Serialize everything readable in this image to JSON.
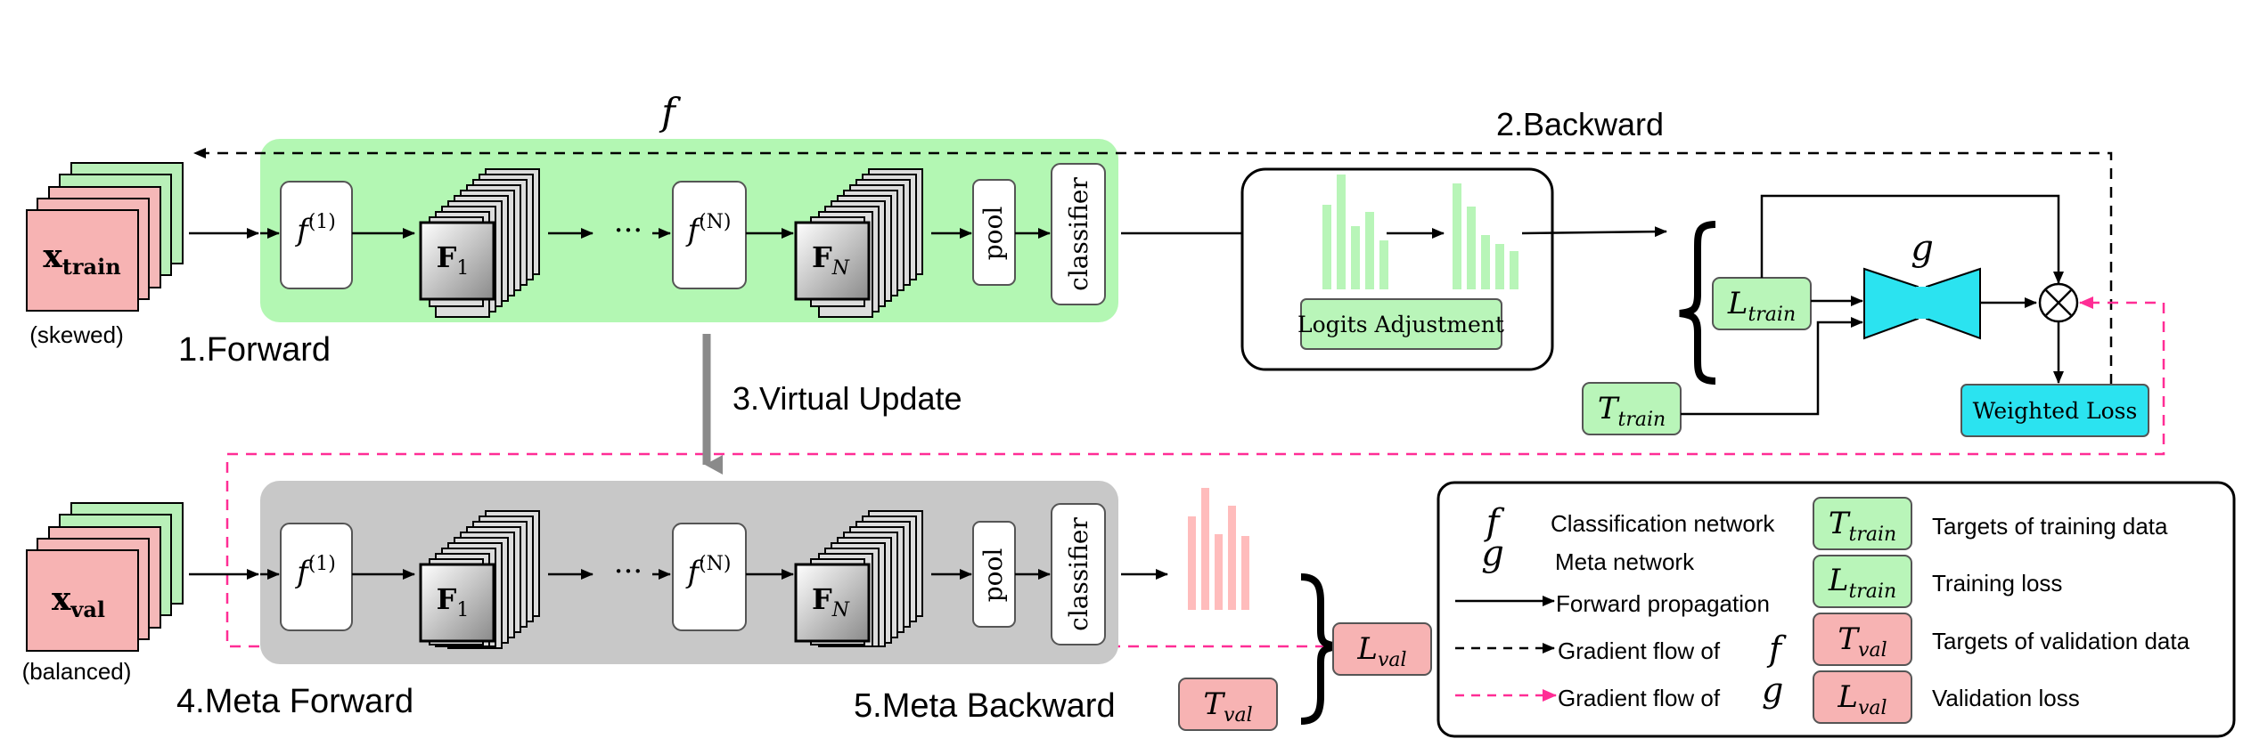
{
  "labels": {
    "f_top": "f",
    "backward": "2.Backward",
    "forward": "1.Forward",
    "virtual_update": "3.Virtual Update",
    "meta_forward": "4.Meta Forward",
    "meta_backward": "5.Meta Backward",
    "skewed": "(skewed)",
    "balanced": "(balanced)",
    "g_label": "g",
    "logits_adjustment": "Logits Adjustment",
    "weighted_loss": "Weighted Loss",
    "pool": "pool",
    "classifier": "classifier",
    "dots": "···"
  },
  "math": {
    "x_train_base": "x",
    "x_train_sub": "train",
    "x_val_base": "x",
    "x_val_sub": "val",
    "f1_base": "f",
    "f1_sup": "(1)",
    "fN_base": "f",
    "fN_sup": "(N)",
    "F1_base": "F",
    "F1_sub": "1",
    "FN_base": "F",
    "FN_sub": "N",
    "L_base": "L",
    "T_base": "T",
    "train_sub": "train",
    "val_sub": "val"
  },
  "legend": {
    "f_symbol": "f",
    "g_symbol": "g",
    "classification_network": "Classification network",
    "meta_network": "Meta network",
    "forward_propagation": "Forward propagation",
    "gradient_flow_of": "Gradient flow of",
    "targets_training": "Targets  of training data",
    "training_loss": "Training  loss",
    "targets_validation": "Targets  of validation data",
    "validation_loss": "Validation loss"
  },
  "colors": {
    "green_panel": "#b3f7b3",
    "gray_panel": "#c8c8c8",
    "green_box": "#b9f5b9",
    "pink_box": "#f7b3b3",
    "cyan": "#2be3f0",
    "magenta": "#ff2d95",
    "green_bars": "#b8f5b8",
    "pink_bars": "#ffbcbc"
  }
}
